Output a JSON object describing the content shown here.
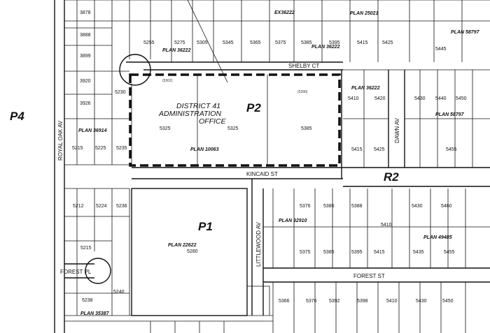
{
  "zones": [
    "P4",
    "P2",
    "P1",
    "R2"
  ],
  "district_label": [
    "DISTRICT 41",
    "ADMINISTRATION",
    "OFFICE"
  ],
  "streets": [
    "ROYAL OAK AV",
    "SHELBY CT",
    "KINCAID ST",
    "LITTLEWOOD AV",
    "DAWN AV",
    "FOREST PL",
    "FOREST ST"
  ],
  "plans": [
    "PLAN 36222",
    "PLAN 36222",
    "PLAN 36914",
    "PLAN 10063",
    "PLAN 22622",
    "PLAN 32910",
    "PLAN 36222",
    "PLAN 58797",
    "PLAN 25021",
    "PLAN 49485",
    "PLAN 35387",
    "PLAN 58797",
    "EX36222"
  ],
  "lots": {
    "top_row": [
      "5255",
      "5275",
      "5305",
      "5345",
      "5365",
      "5375",
      "5385",
      "5395",
      "5415",
      "5425"
    ],
    "left_col": [
      "3878",
      "3888",
      "3899",
      "3920",
      "3926",
      "5215",
      "5225",
      "5235",
      "5212",
      "5224",
      "5236",
      "5215",
      "5238",
      "5240",
      "5230"
    ],
    "p2_block": [
      "5325",
      "5325",
      "5385",
      "(5302)",
      "(5390)"
    ],
    "p1_block": [
      "5280"
    ],
    "east_upper": [
      "5410",
      "5420",
      "5430",
      "5440",
      "5445",
      "5450",
      "5455",
      "5415",
      "5425"
    ],
    "east_lower": [
      "5376",
      "5386",
      "5388",
      "5410",
      "5430",
      "5460",
      "5375",
      "5385",
      "5395",
      "5415",
      "5435",
      "5455",
      "5366",
      "5376",
      "5392",
      "5398",
      "5410",
      "5430",
      "5450"
    ]
  }
}
